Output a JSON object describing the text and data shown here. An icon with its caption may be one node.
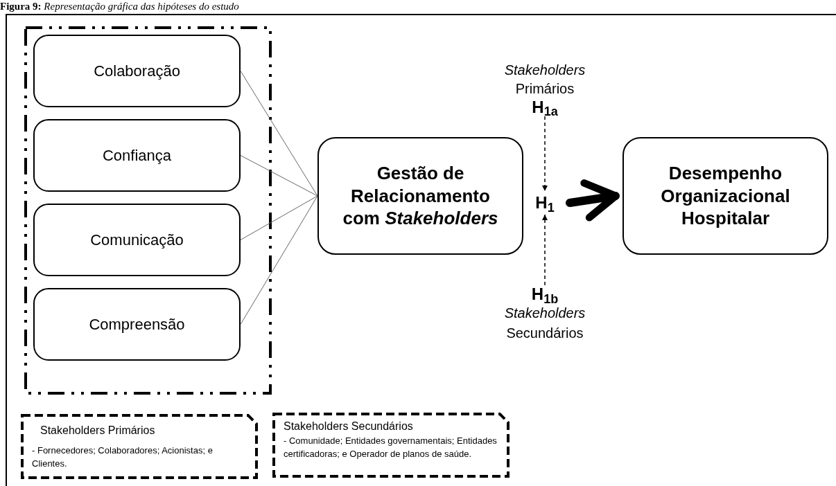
{
  "diagram": {
    "title": "**Figura 9:** *Representação gráfica das hipóteses do estudo*",
    "nodes": [
      {
        "text": [],
        "shape": "box"
      },
      {
        "text": [
          "Colaboração"
        ],
        "in": 0
      },
      {
        "text": [
          "Confiança"
        ],
        "in": 0
      },
      {
        "text": [
          "Comunicação"
        ],
        "in": 0
      },
      {
        "text": [
          "Compreensão"
        ],
        "in": 0
      },
      {
        "text": [
          "Gestão de Relacionamento com *Stakeholders*"
        ]
      },
      {
        "text": [
          "H$_{1}$"
        ]
      },
      {
        "text": [
          "Desempenho Organizacional Hospitalar"
        ]
      },
      {
        "text": [
          "*Stakeholders* Primários",
          "H$_{1a}$"
        ]
      },
      {
        "text": [
          "H$_{1b}$",
          "*Stakeholders* Secundários"
        ]
      },
      {
        "text": [
          "Stakeholders Primários",
          "- Fornecedores; Colaboradores; Acionistas; e Clientes."
        ]
      },
      {
        "text": [
          "Stakeholders Secundários",
          "- Comunidade; Entidades governamentais; Entidades certificadoras; e Operador de planos de saúde."
        ]
      }
    ],
    "edges": [
      {
        "from": 1,
        "to": 5,
        "arrow": "none"
      },
      {
        "from": 2,
        "to": 5,
        "arrow": "none"
      },
      {
        "from": 3,
        "to": 5,
        "arrow": "none"
      },
      {
        "from": 4,
        "to": 5,
        "arrow": "none"
      },
      {
        "from": 8,
        "to": 6,
        "arrow": "to",
        "style": "dashed",
        "color": "#000000"
      },
      {
        "from": 9,
        "to": 6,
        "arrow": "to",
        "style": "dashed",
        "color": "#000000"
      },
      {
        "from": 6,
        "to": 7,
        "arrow": "to",
        "style": "thick",
        "color": "#000000"
      }
    ]
  }
}
